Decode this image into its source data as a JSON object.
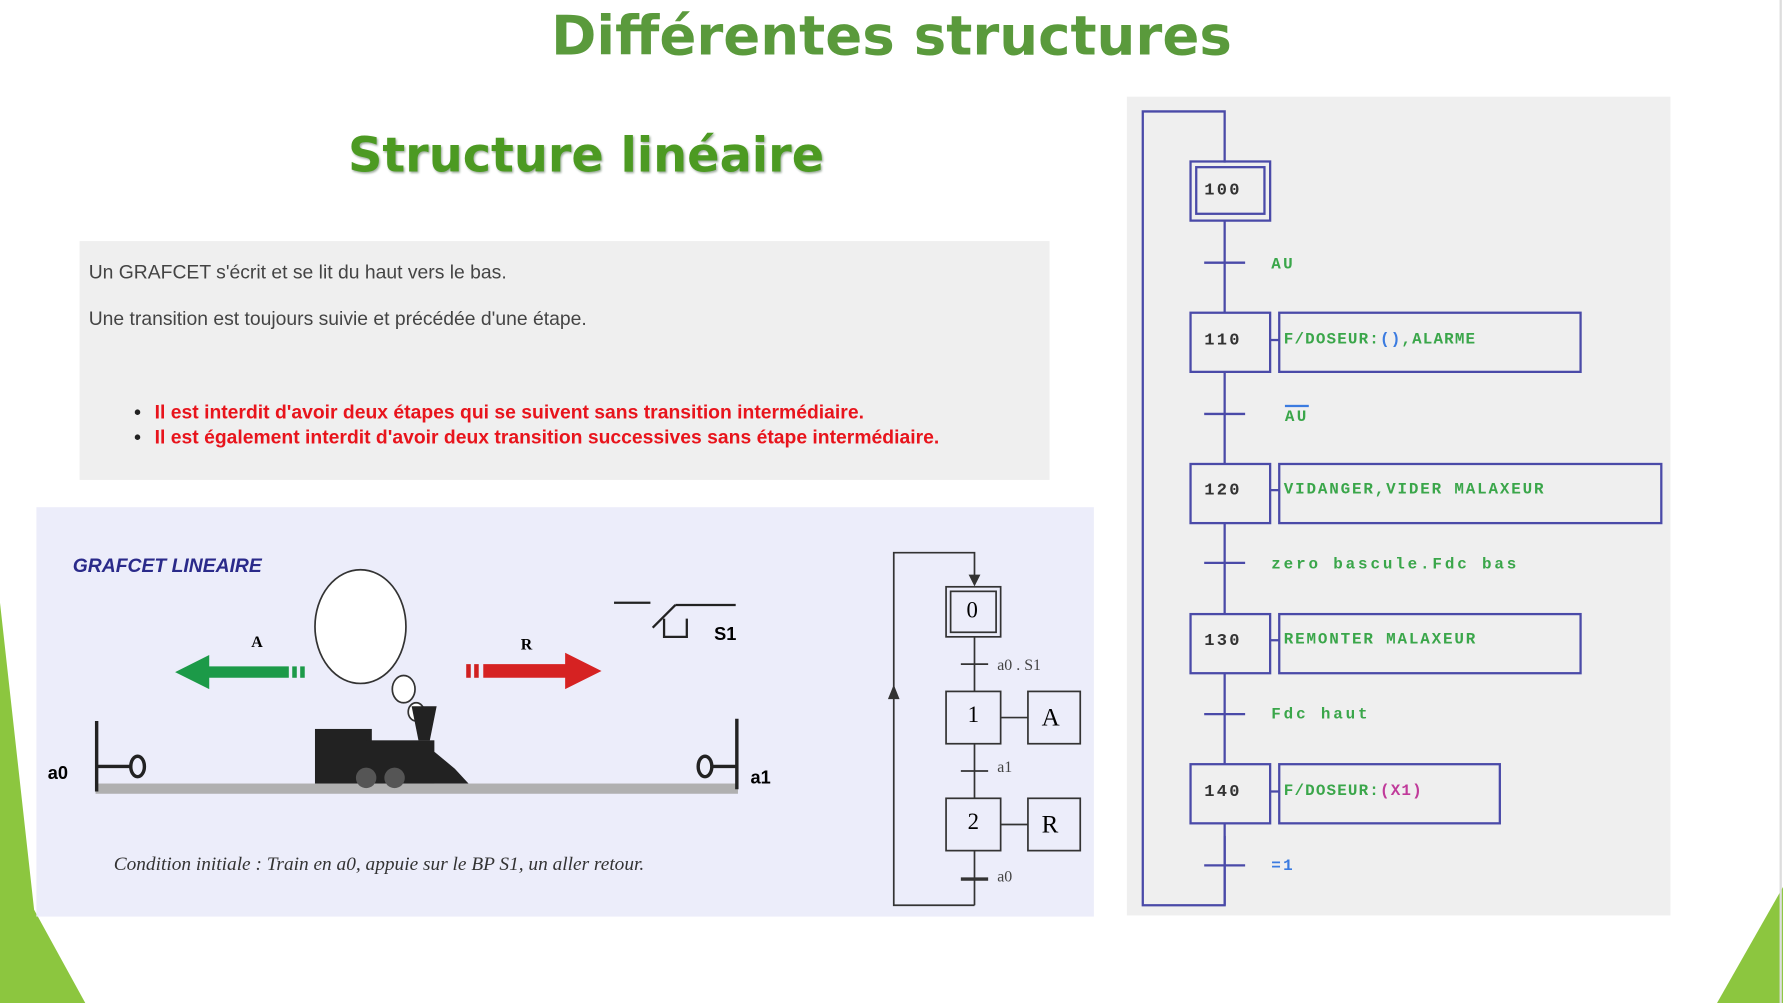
{
  "title": "Différentes structures",
  "subtitle": "Structure linéaire",
  "textbox": {
    "paragraphs": [
      "Un GRAFCET s'écrit et se lit  du haut vers le bas.",
      "Une transition est toujours suivie et précédée d'une étape."
    ],
    "rules": [
      "Il est interdit d'avoir deux étapes qui se suivent sans transition intermédiaire.",
      "Il est également interdit d'avoir deux transition successives sans étape intermédiaire."
    ]
  },
  "illustration": {
    "heading": "GRAFCET LINEAIRE",
    "arrow_left_label": "A",
    "arrow_right_label": "R",
    "switch_label": "S1",
    "sensor_left": "a0",
    "sensor_right": "a1",
    "caption": "Condition initiale : Train en a0, appuie sur le BP S1, un aller retour.",
    "grafcet": {
      "steps": [
        {
          "num": "0",
          "action": ""
        },
        {
          "num": "1",
          "action": "A"
        },
        {
          "num": "2",
          "action": "R"
        }
      ],
      "transitions": [
        "a0 . S1",
        "a1",
        "a0"
      ]
    }
  },
  "grafcet_right": {
    "steps": [
      {
        "num": "100",
        "action": ""
      },
      {
        "num": "110",
        "action_a": "F/DOSEUR:",
        "action_b": "()",
        "action_c": ",ALARME"
      },
      {
        "num": "120",
        "action_a": "VIDANGER,VIDER MALAXEUR"
      },
      {
        "num": "130",
        "action_a": "REMONTER MALAXEUR"
      },
      {
        "num": "140",
        "action_a": "F/DOSEUR:",
        "action_b": "(X1)"
      }
    ],
    "transitions": [
      "AU",
      "AU",
      "zero bascule.Fdc bas",
      "Fdc haut",
      "=1"
    ]
  },
  "colors": {
    "title": "#5a9a3c",
    "rule": "#e8141c",
    "grafcet_line": "#4a4aa8",
    "accent_green": "#8cc63f"
  }
}
